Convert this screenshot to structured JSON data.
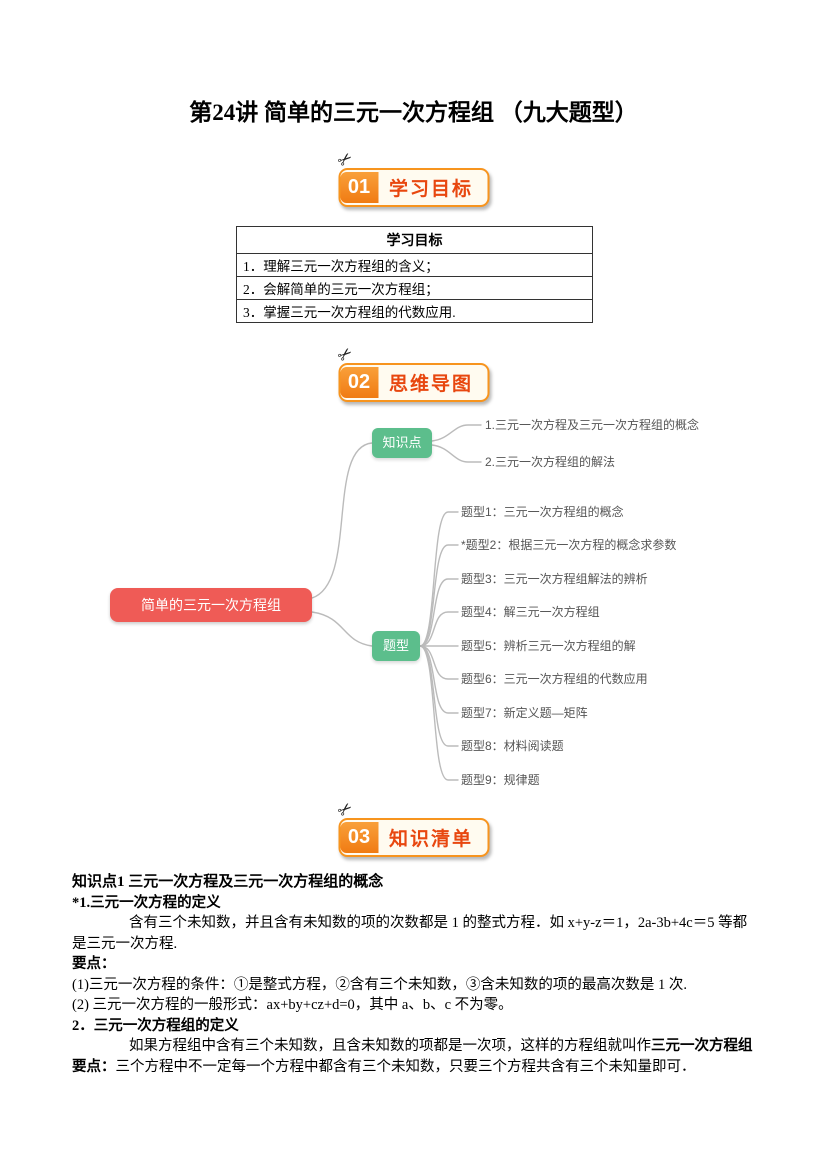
{
  "page": {
    "title": "第24讲 简单的三元一次方程组 （九大题型）"
  },
  "sections": {
    "s1": {
      "number": "01",
      "label": "学习目标"
    },
    "s2": {
      "number": "02",
      "label": "思维导图"
    },
    "s3": {
      "number": "03",
      "label": "知识清单"
    }
  },
  "objectives": {
    "header": "学习目标",
    "items": [
      "1．理解三元一次方程组的含义；",
      "2．会解简单的三元一次方程组；",
      "3．掌握三元一次方程组的代数应用."
    ]
  },
  "mindmap": {
    "root": "简单的三元一次方程组",
    "knowledge": {
      "label": "知识点",
      "items": [
        "1.三元一次方程及三元一次方程组的概念",
        "2.三元一次方程组的解法"
      ]
    },
    "types": {
      "label": "题型",
      "items": [
        "题型1：三元一次方程组的概念",
        "*题型2：根据三元一次方程的概念求参数",
        "题型3：三元一次方程组解法的辨析",
        "题型4：解三元一次方程组",
        "题型5：辨析三元一次方程组的解",
        "题型6：三元一次方程组的代数应用",
        "题型7：新定义题—矩阵",
        "题型8：材料阅读题",
        "题型9：规律题"
      ]
    }
  },
  "knowledge_list": {
    "heading1": "知识点1 三元一次方程及三元一次方程组的概念",
    "def1_title": "*1.三元一次方程的定义",
    "def1_body": "含有三个未知数，并且含有未知数的项的次数都是 1 的整式方程．如 x+y-z＝1，2a-3b+4c＝5 等都是三元一次方程.",
    "points1_label": "要点：",
    "point1_1": " (1)三元一次方程的条件：①是整式方程，②含有三个未知数，③含未知数的项的最高次数是 1 次.",
    "point1_2": "(2) 三元一次方程的一般形式：ax+by+cz+d=0，其中 a、b、c 不为零。",
    "def2_title": "2．三元一次方程组的定义",
    "def2_body_normal": "如果方程组中含有三个未知数，且含未知数的项都是一次项，这样的方程组就叫作",
    "def2_body_bold": "三元一次方程组",
    "points2_label": "要点：",
    "point2_1": "三个方程中不一定每一个方程中都含有三个未知数，只要三个方程共含有三个未知量即可．"
  },
  "colors": {
    "accent_orange": "#F7941E",
    "badge_text_red": "#E8470F",
    "root_node_red": "#EF5B56",
    "branch_node_green": "#5CBE8C",
    "connector_gray": "#BBBBBB"
  },
  "icons": {
    "scissors": "✂"
  }
}
